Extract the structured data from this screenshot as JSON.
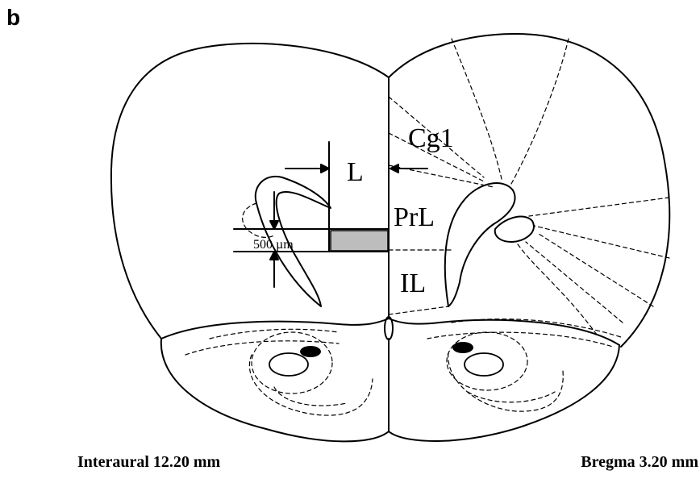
{
  "panel_label": "b",
  "region_labels": {
    "cg1": "Cg1",
    "prl": "PrL",
    "il": "IL",
    "lesion_width": "L"
  },
  "scale_bar_label": "500 µm",
  "captions": {
    "interaural": "Interaural 12.20 mm",
    "bregma": "Bregma 3.20 mm"
  },
  "colors": {
    "outline": "#000000",
    "lesion_fill": "#bdbdbd",
    "background": "#ffffff"
  }
}
